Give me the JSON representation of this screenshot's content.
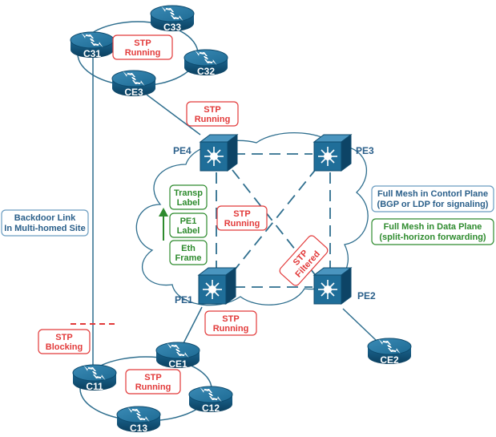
{
  "colors": {
    "link": "#2e6e8e",
    "router_fill": "#2a77a0",
    "router_dark": "#0f4f72",
    "switch_face": "#1f6e99",
    "red": "#e23a3a",
    "green": "#2e8b2e",
    "blue_text": "#2a5f8a",
    "cloud_stroke": "#2e6e8e"
  },
  "routers": {
    "c31": "C31",
    "c33": "C33",
    "c32": "C32",
    "ce3": "CE3",
    "ce1": "CE1",
    "c11": "C11",
    "c12": "C12",
    "c13": "C13",
    "ce2": "CE2"
  },
  "pes": {
    "pe1": "PE1",
    "pe2": "PE2",
    "pe3": "PE3",
    "pe4": "PE4"
  },
  "stp": {
    "top_ring": [
      "STP",
      "Running"
    ],
    "pe4_link": [
      "STP",
      "Running"
    ],
    "core": [
      "STP",
      "Running"
    ],
    "pe1_link": [
      "STP",
      "Running"
    ],
    "bottom_ring": [
      "STP",
      "Running"
    ],
    "blocking": [
      "STP",
      "Blocking"
    ],
    "filtered": [
      "STP",
      "Filtered"
    ]
  },
  "backdoor": [
    "Backdoor Link",
    "In Multi-homed Site"
  ],
  "labels_stack": {
    "transp": [
      "Transp",
      "Label"
    ],
    "pe1": [
      "PE1",
      "Label"
    ],
    "eth": [
      "Eth",
      "Frame"
    ]
  },
  "notes": {
    "control": [
      "Full Mesh in Contorl Plane",
      "(BGP or LDP for signaling)"
    ],
    "data": [
      "Full Mesh in Data Plane",
      "(split-horizon forwarding)"
    ]
  }
}
